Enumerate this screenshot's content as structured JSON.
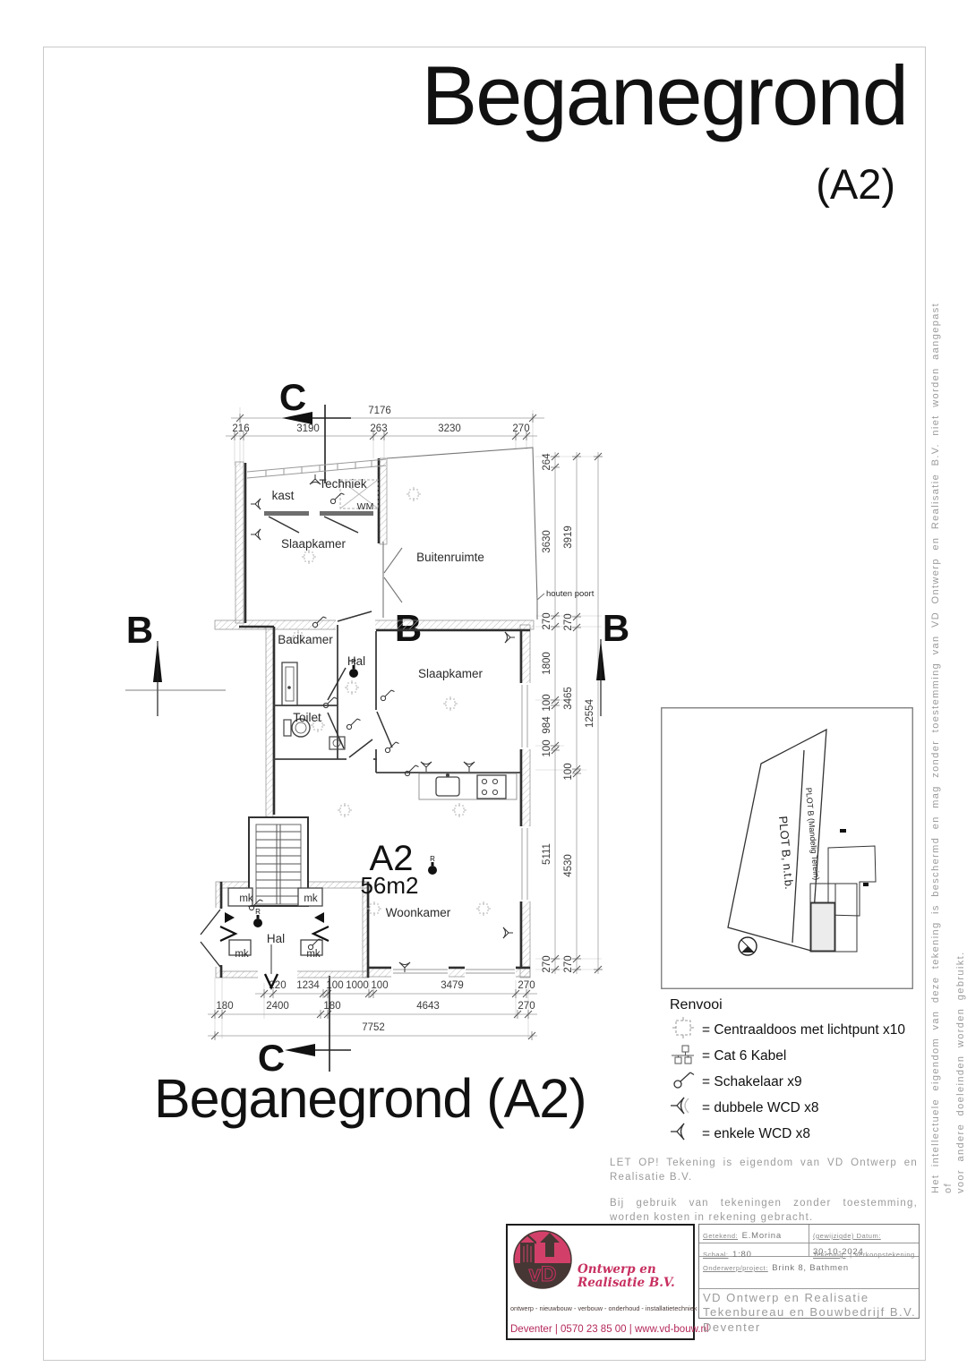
{
  "page": {
    "title": "Beganegrond",
    "sheet_size": "(A2)",
    "bottom_title": "Beganegrond (A2)",
    "copyright_line1": "Het intellectuele eigendom van deze tekening is beschermd en mag zonder toestemming van VD Ontwerp en Realisatie B.V. niet worden aangepast of",
    "copyright_line2": "voor andere doeleinden worden gebruikt."
  },
  "plan": {
    "labels": {
      "kast": "kast",
      "techniek": "Techniek",
      "wm": "WM",
      "slaapkamer1": "Slaapkamer",
      "buitenruimte": "Buitenruimte",
      "houten_poort": "houten poort",
      "badkamer": "Badkamer",
      "hal1": "Hal",
      "toilet": "Toilet",
      "slaapkamer2": "Slaapkamer",
      "woonkamer": "Woonkamer",
      "hal2": "Hal",
      "unit": "A2",
      "area": "56m2",
      "mk": "mk",
      "r": "R",
      "section_b": "B",
      "section_c": "C"
    },
    "dims": {
      "t1": [
        "7176"
      ],
      "t2": [
        "216",
        "3190",
        "263",
        "3230",
        "270"
      ],
      "r1": [
        "264",
        "3630",
        "270",
        "1800",
        "100",
        "984",
        "100",
        "5111",
        "270"
      ],
      "r2": [
        "3919",
        "270",
        "3465",
        "100",
        "4530",
        "270"
      ],
      "r3": [
        "12554"
      ],
      "b1": [
        "220",
        "1234",
        "100",
        "1000",
        "100",
        "3479",
        "270"
      ],
      "b2": [
        "180",
        "2400",
        "180",
        "4643",
        "270"
      ],
      "b3": [
        "7752"
      ]
    }
  },
  "siteplan": {
    "plot_label": "PLOT B, n.t.b.",
    "strip_label": "PLOT B (Mandelig Terein)"
  },
  "legend": {
    "title": "Renvooi",
    "items": [
      {
        "label": "= Centraaldoos met lichtpunt x10"
      },
      {
        "label": "= Cat 6 Kabel"
      },
      {
        "label": "= Schakelaar x9"
      },
      {
        "label": "= dubbele WCD x8"
      },
      {
        "label": "= enkele WCD x8"
      }
    ]
  },
  "notes": {
    "para1": "LET OP! Tekening is eigendom van VD Ontwerp en Realisatie B.V.",
    "para2": "Bij gebruik van tekeningen zonder toestemming, worden kosten in rekening gebracht."
  },
  "titleblock": {
    "logo_initials": "vD",
    "logo_company": "Ontwerp en Realisatie B.V.",
    "logo_services": "ontwerp - nieuwbouw - verbouw - onderhoud - installatietechniek",
    "logo_contact": "Deventer | 0570 23 85 00 | www.vd-bouw.nl",
    "getekend_label": "Getekend:",
    "getekend_value": "E.Morina",
    "datum_label": "(gewijzigde) Datum:",
    "datum_value": "30-10-2024",
    "schaal_label": "Schaal:",
    "schaal_value": "1:80",
    "tekening_label": "Tekening:",
    "tekening_value": "| Verkoopstekening",
    "project_label": "Onderwerp/project:",
    "project_value": "Brink 8, Bathmen",
    "company_line1": "VD Ontwerp en Realisatie",
    "company_line2": "Tekenbureau en Bouwbedrijf B.V.",
    "company_line3": "Deventer"
  },
  "colors": {
    "accent": "#c73060",
    "logo_pink": "#d2406a",
    "logo_brown": "#463734",
    "gray_text": "#9b9b9b"
  }
}
